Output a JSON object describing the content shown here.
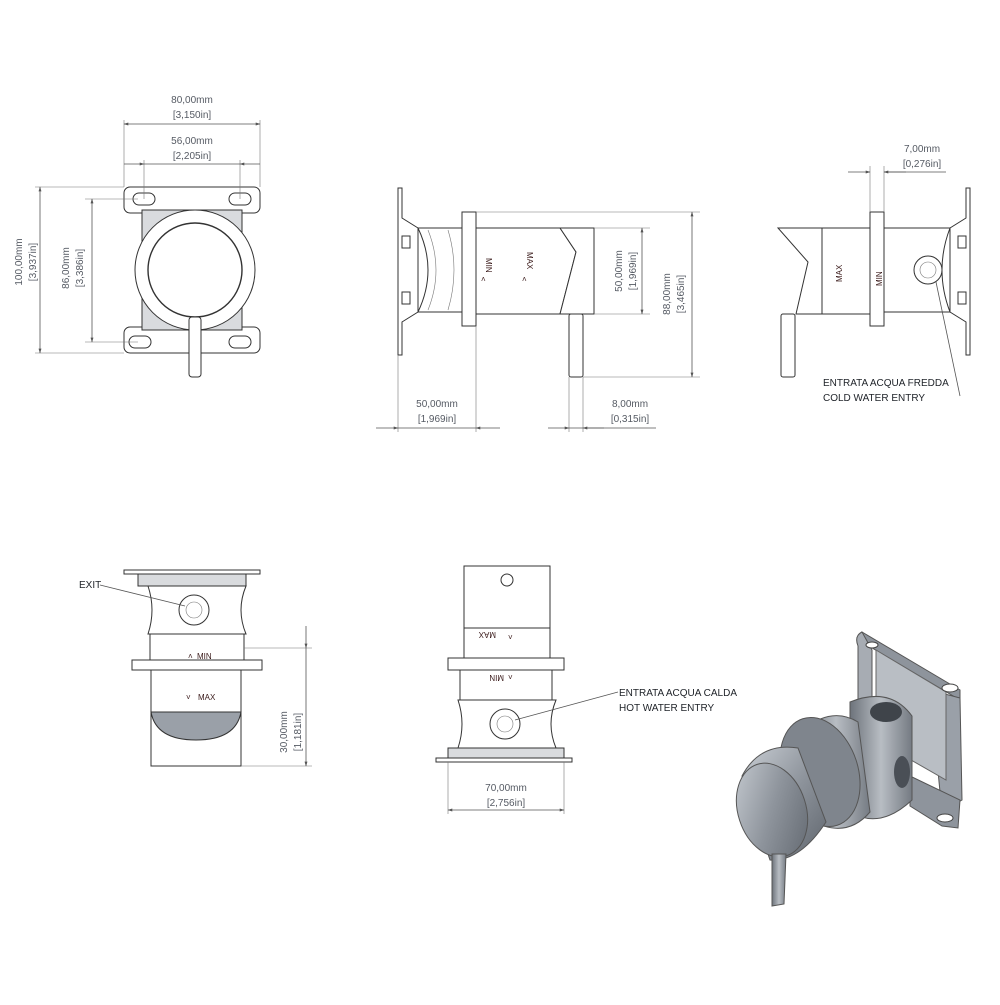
{
  "dimensions": {
    "front_width_total": {
      "mm": "80,00mm",
      "in": "[3,150in]"
    },
    "front_hole_spacing": {
      "mm": "56,00mm",
      "in": "[2,205in]"
    },
    "front_height_total": {
      "mm": "100,00mm",
      "in": "[3,937in]"
    },
    "front_hole_height": {
      "mm": "86,00mm",
      "in": "[3,386in]"
    },
    "side_depth": {
      "mm": "50,00mm",
      "in": "[1,969in]"
    },
    "side_body_diameter": {
      "mm": "50,00mm",
      "in": "[1,969in]"
    },
    "side_total_height": {
      "mm": "88,00mm",
      "in": "[3,465in]"
    },
    "side_lever_diameter": {
      "mm": "8,00mm",
      "in": "[0,315in]"
    },
    "right_offset": {
      "mm": "7,00mm",
      "in": "[0,276in]"
    },
    "bottom_depth": {
      "mm": "30,00mm",
      "in": "[1,181in]"
    },
    "top_width": {
      "mm": "70,00mm",
      "in": "[2,756in]"
    }
  },
  "labels": {
    "cold_entry_it": "ENTRATA ACQUA FREDDA",
    "cold_entry_en": "COLD WATER ENTRY",
    "hot_entry_it": "ENTRATA ACQUA CALDA",
    "hot_entry_en": "HOT WATER ENTRY",
    "exit": "EXIT",
    "min": "MIN",
    "max": "MAX"
  },
  "colors": {
    "line": "#333333",
    "dimension_text": "#555a63",
    "render_body": "#8e949c",
    "render_highlight": "#c5cad0"
  }
}
